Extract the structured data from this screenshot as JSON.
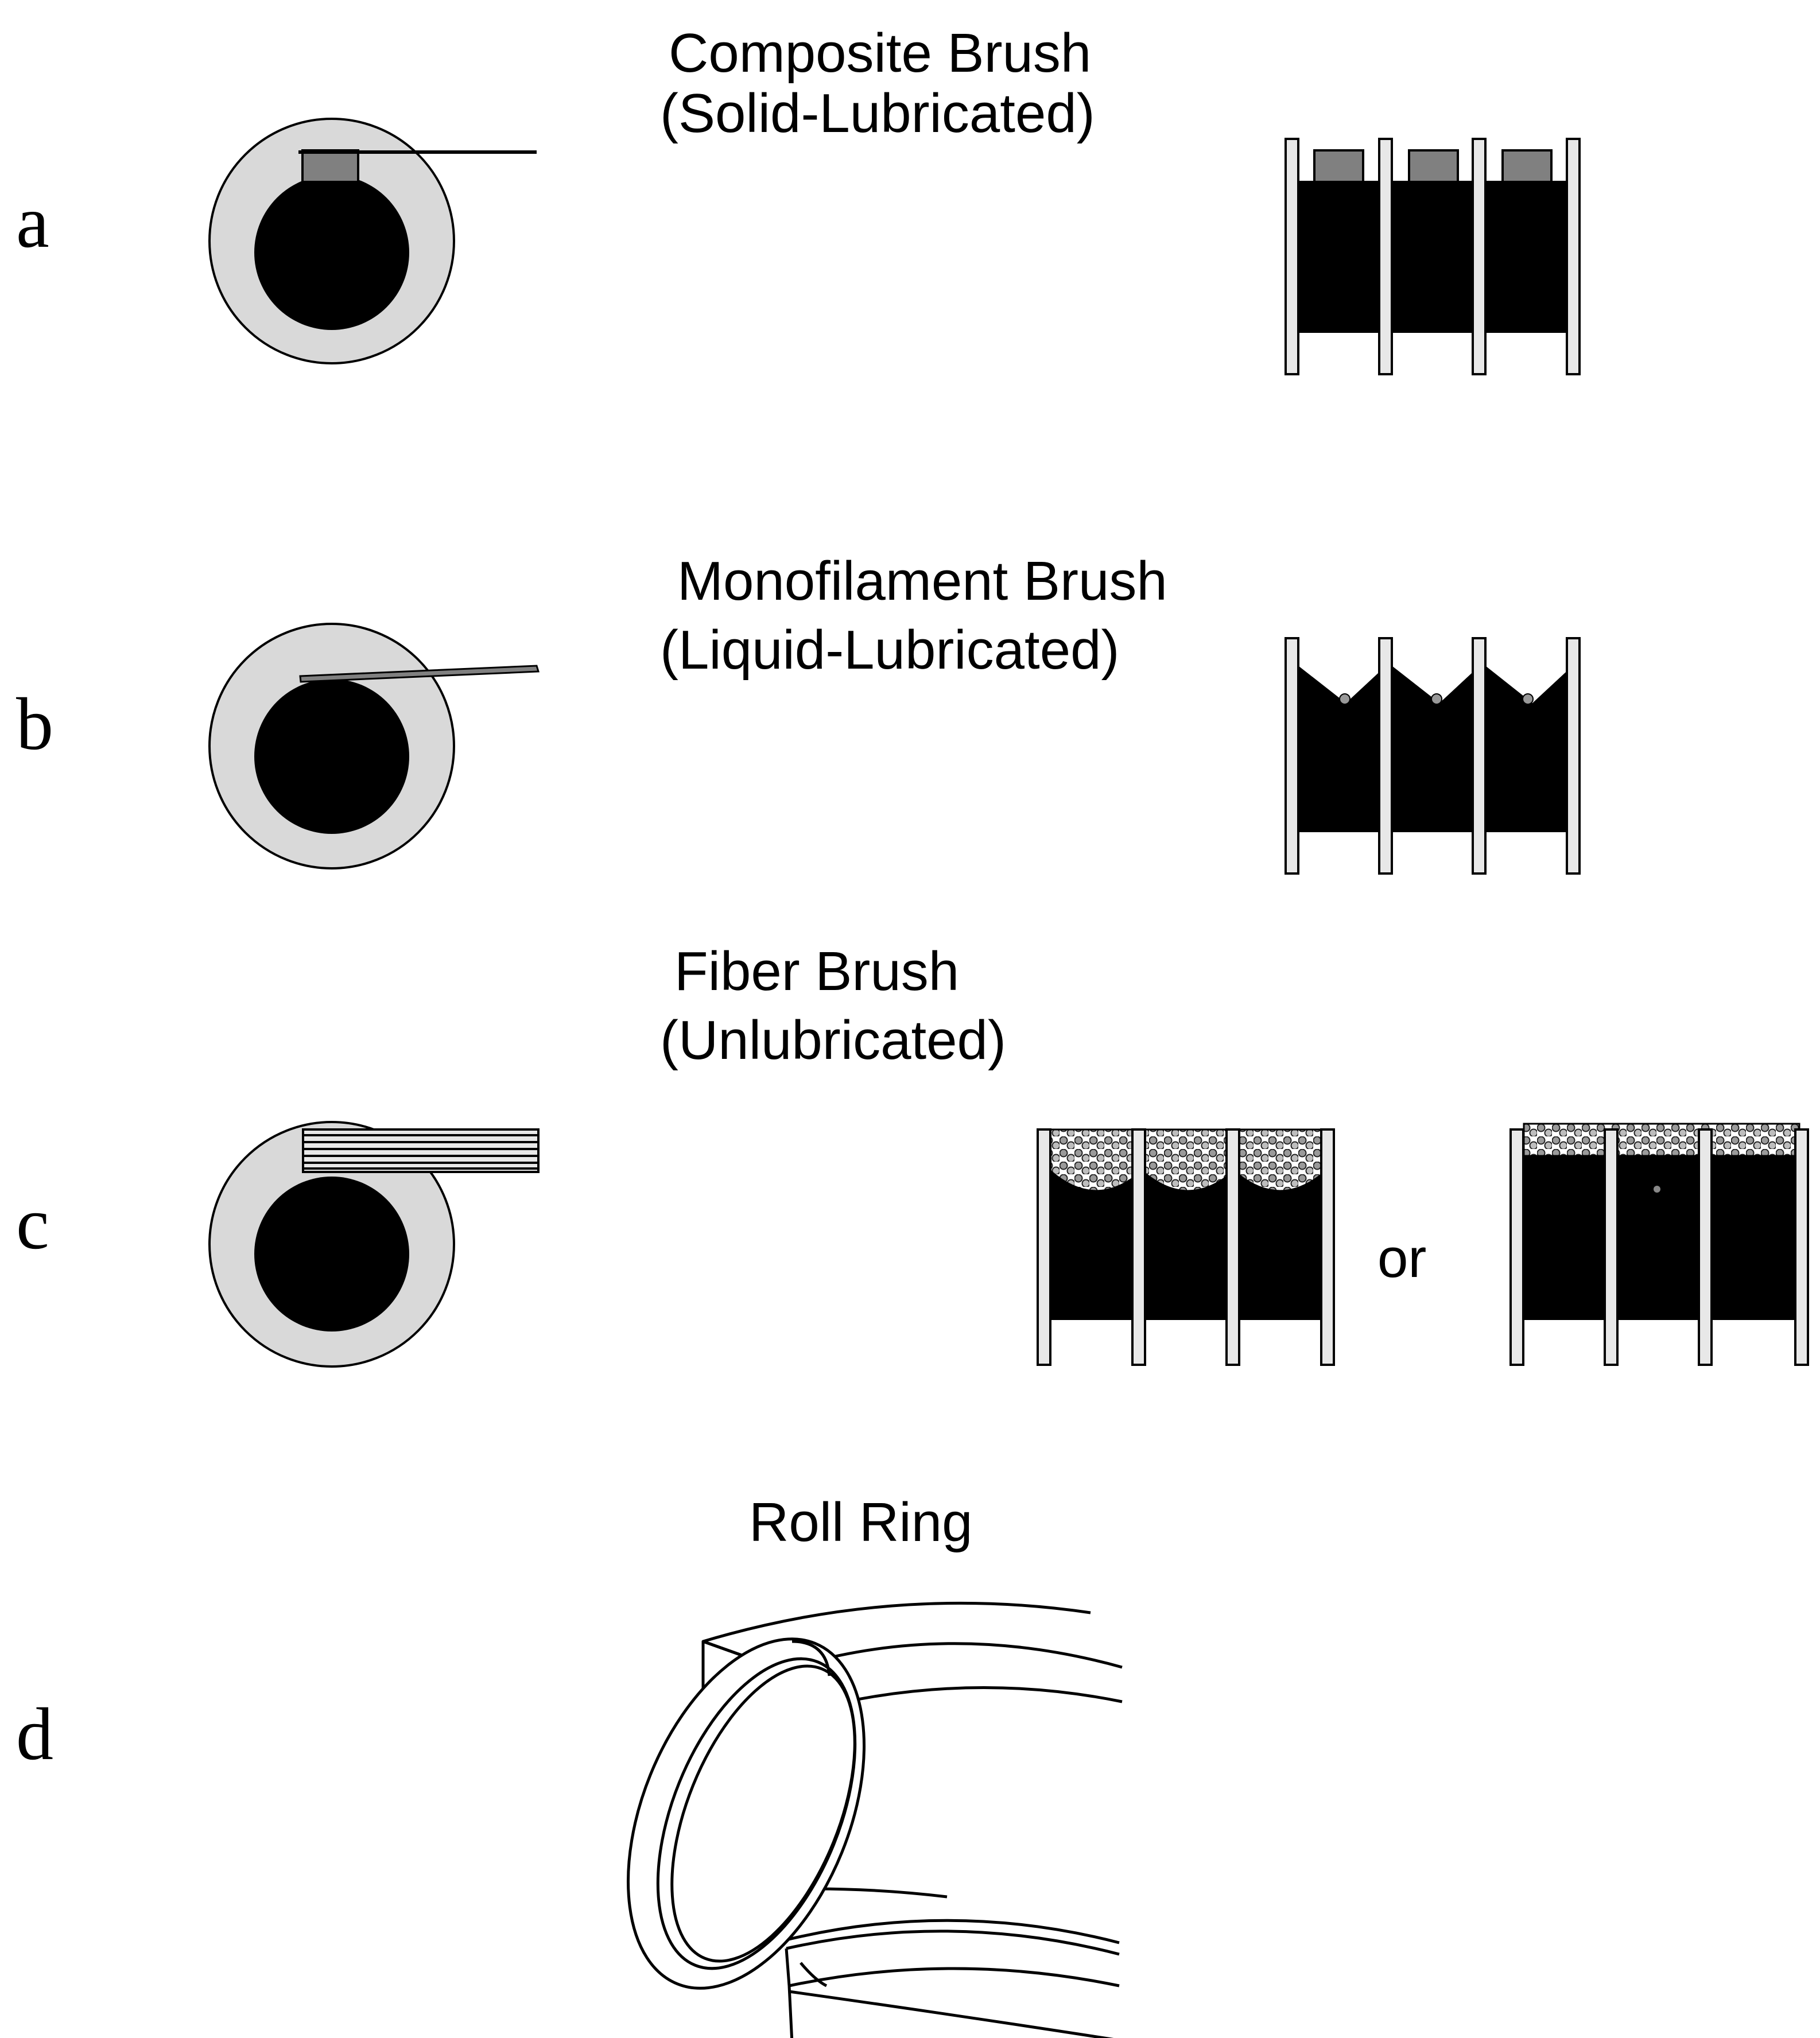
{
  "panels": [
    {
      "letter": "a",
      "title": "Composite Brush",
      "subtitle": "(Solid-Lubricated)"
    },
    {
      "letter": "b",
      "title": "Monofilament Brush",
      "subtitle": "(Liquid-Lubricated)"
    },
    {
      "letter": "c",
      "title": "Fiber Brush",
      "subtitle": "(Unlubricated)",
      "connector": "or"
    },
    {
      "letter": "d",
      "title": "Roll Ring"
    }
  ],
  "colors": {
    "background": "#ffffff",
    "ink": "#000000",
    "ring_fill": "#d9d9d9",
    "contact_fill": "#808080",
    "plate_fill": "#e8e8e8"
  }
}
